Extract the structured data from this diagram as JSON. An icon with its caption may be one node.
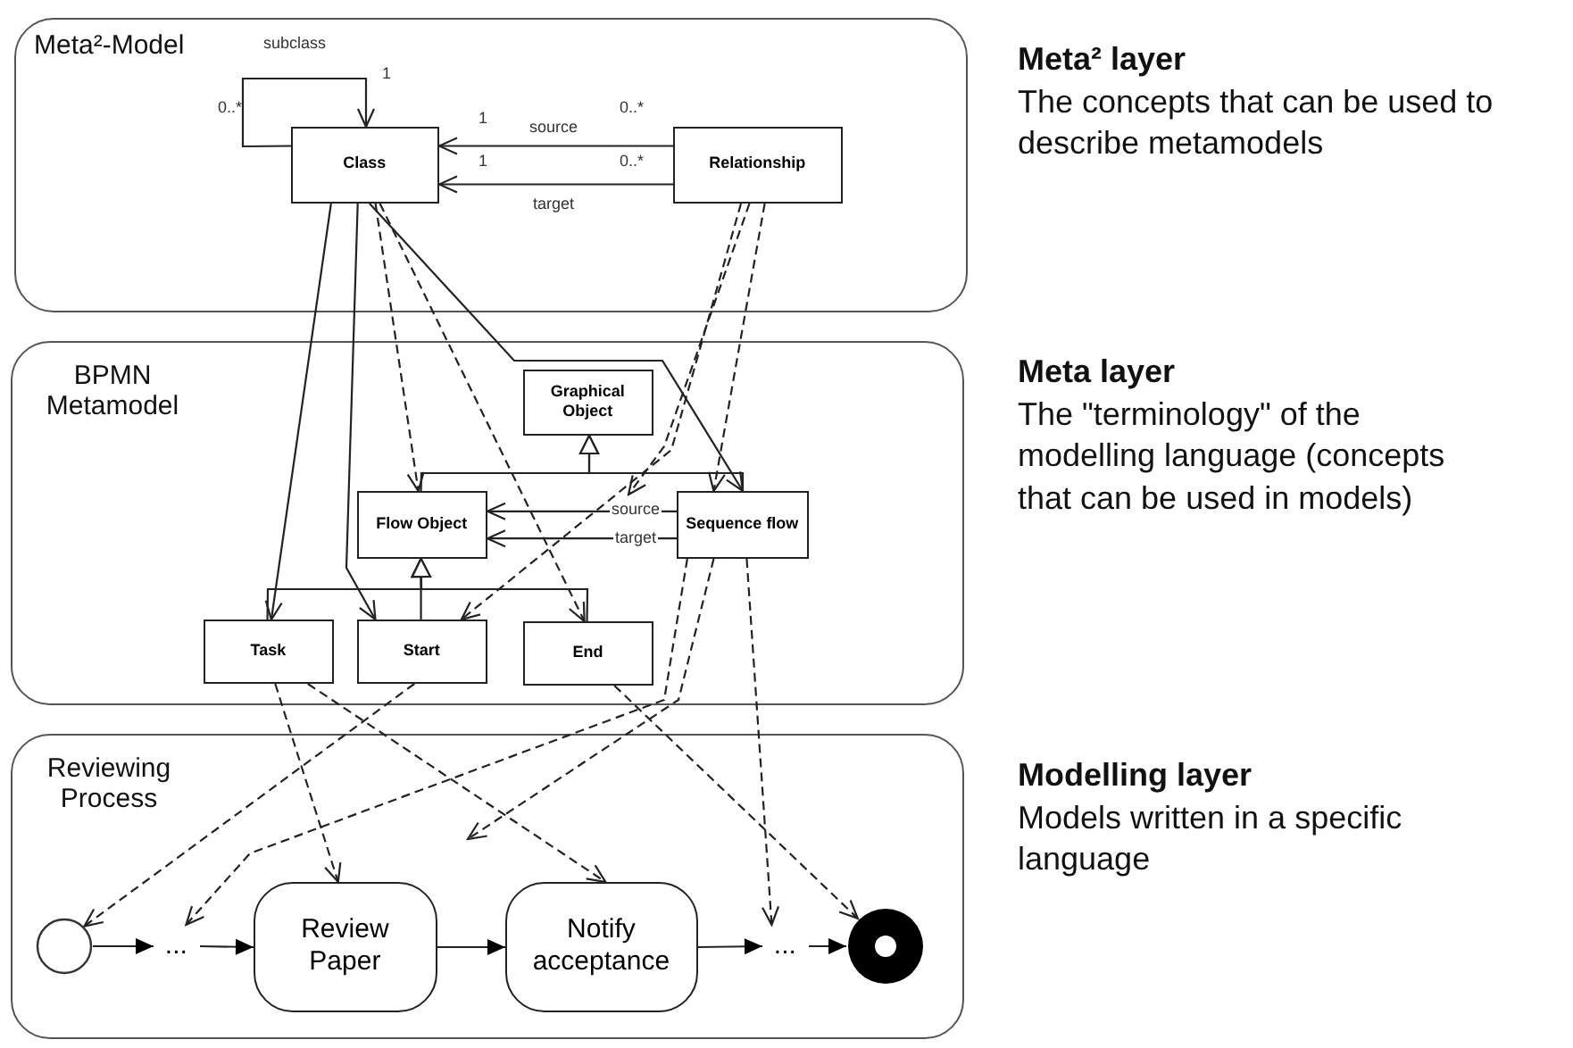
{
  "diagram": {
    "nodes": [
      {
        "text": [
          "Meta²-Model"
        ]
      },
      {
        "text": [
          "Class"
        ],
        "in": 0
      },
      {
        "text": [
          "Relationship"
        ],
        "in": 0
      },
      {
        "text": [
          "BPMN Metamodel"
        ]
      },
      {
        "text": [
          "Graphical Object"
        ],
        "in": 3
      },
      {
        "text": [
          "Flow Object"
        ],
        "in": 3
      },
      {
        "text": [
          "Sequence flow"
        ],
        "in": 3
      },
      {
        "text": [
          "Task"
        ],
        "in": 3
      },
      {
        "text": [
          "Start"
        ],
        "in": 3
      },
      {
        "text": [
          "End"
        ],
        "in": 3
      },
      {
        "text": [
          "Reviewing Process"
        ]
      },
      {
        "text": [],
        "shape": "circle",
        "in": 10
      },
      {
        "text": [
          "..."
        ],
        "in": 10
      },
      {
        "text": [
          "Review Paper"
        ],
        "in": 10
      },
      {
        "text": [
          "Notify acceptance"
        ],
        "in": 10
      },
      {
        "text": [
          "..."
        ],
        "in": 10
      },
      {
        "text": [],
        "shape": "circle",
        "in": 10
      }
    ],
    "edges": [
      {
        "from": 1,
        "to": 1,
        "arrow": "to",
        "label": "subclass"
      },
      {
        "from": 2,
        "to": 1,
        "arrow": "to",
        "label": "source"
      },
      {
        "from": 2,
        "to": 1,
        "arrow": "to",
        "label": "target"
      },
      {
        "from": 5,
        "to": 4,
        "arrow": "to"
      },
      {
        "from": 6,
        "to": 4,
        "arrow": "to"
      },
      {
        "from": 6,
        "to": 5,
        "arrow": "to",
        "label": "source"
      },
      {
        "from": 6,
        "to": 5,
        "arrow": "to",
        "label": "target"
      },
      {
        "from": 7,
        "to": 5,
        "arrow": "to"
      },
      {
        "from": 8,
        "to": 5,
        "arrow": "to"
      },
      {
        "from": 9,
        "to": 5,
        "arrow": "to"
      },
      {
        "from": 1,
        "to": 7,
        "arrow": "to"
      },
      {
        "from": 1,
        "to": 8,
        "arrow": "to"
      },
      {
        "from": 1,
        "to": 6,
        "arrow": "to"
      },
      {
        "from": 1,
        "to": 5,
        "arrow": "to",
        "style": "dashed"
      },
      {
        "from": 1,
        "to": 9,
        "arrow": "to",
        "style": "dashed"
      },
      {
        "from": 2,
        "to": 6,
        "arrow": "to",
        "style": "dashed"
      },
      {
        "from": 2,
        "to": null,
        "arrow": "to",
        "style": "dashed"
      },
      {
        "from": 2,
        "to": 8,
        "arrow": "to",
        "style": "dashed"
      },
      {
        "from": 7,
        "to": 13,
        "arrow": "to",
        "style": "dashed"
      },
      {
        "from": 7,
        "to": 14,
        "arrow": "to",
        "style": "dashed"
      },
      {
        "from": 8,
        "to": 11,
        "arrow": "to",
        "style": "dashed"
      },
      {
        "from": 6,
        "to": 12,
        "arrow": "to",
        "style": "dashed"
      },
      {
        "from": 6,
        "to": null,
        "arrow": "to",
        "style": "dashed"
      },
      {
        "from": 9,
        "to": 16,
        "arrow": "to",
        "style": "dashed"
      },
      {
        "from": 6,
        "to": 15,
        "arrow": "to",
        "style": "dashed"
      },
      {
        "from": 11,
        "to": 12,
        "arrow": "to"
      },
      {
        "from": 12,
        "to": 13,
        "arrow": "to"
      },
      {
        "from": 13,
        "to": 14,
        "arrow": "to"
      },
      {
        "from": 14,
        "to": 15,
        "arrow": "to"
      },
      {
        "from": 15,
        "to": 16,
        "arrow": "to"
      }
    ],
    "labels": [
      "1",
      "0..*",
      "1",
      "0..*",
      "1",
      "0..*",
      "Meta² layer",
      "The concepts that can be used to describe metamodels",
      "Meta layer",
      "The \"terminology\" of the modelling language (concepts that can be used in models)",
      "Modelling layer",
      "Models written in a specific language"
    ]
  }
}
